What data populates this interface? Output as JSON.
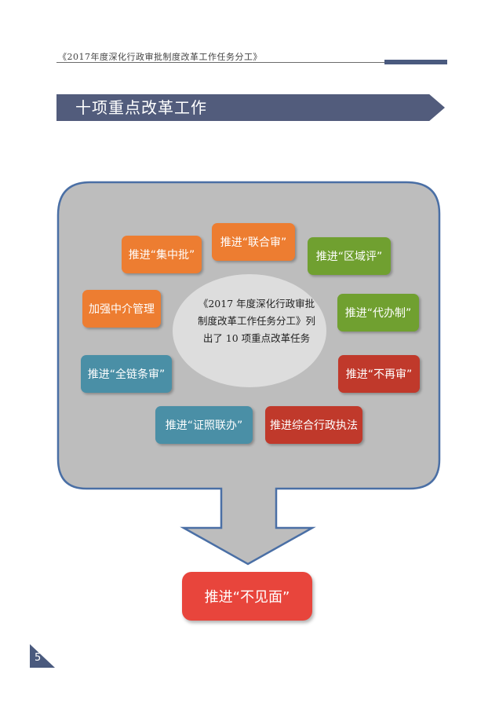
{
  "header": {
    "text": "《2017年度深化行政审批制度改革工作任务分工》"
  },
  "title": "十项重点改革工作",
  "center_text": "《2017 年度深化行政审批制度改革工作任务分工》列出了 10 项重点改革任务",
  "colors": {
    "orange": "#ed7d31",
    "green": "#70a030",
    "red": "#c0392b",
    "teal": "#4a8fa6",
    "final_red": "#e8453c",
    "frame_gray": "#bdbdbd",
    "frame_border": "#4a6fa5",
    "ellipse": "#dddddd",
    "navy": "#525c7c"
  },
  "items": [
    {
      "label": "推进“集中批”",
      "color": "orange"
    },
    {
      "label": "推进“联合审”",
      "color": "orange"
    },
    {
      "label": "推进“区域评”",
      "color": "green"
    },
    {
      "label": "加强中介管理",
      "color": "orange"
    },
    {
      "label": "推进“代办制”",
      "color": "green"
    },
    {
      "label": "推进“全链条审”",
      "color": "teal"
    },
    {
      "label": "推进“不再审”",
      "color": "red"
    },
    {
      "label": "推进“证照联办”",
      "color": "teal"
    },
    {
      "label": "推进综合行政执法",
      "color": "red"
    }
  ],
  "final_item": {
    "label": "推进“不见面”"
  },
  "page_number": "5"
}
